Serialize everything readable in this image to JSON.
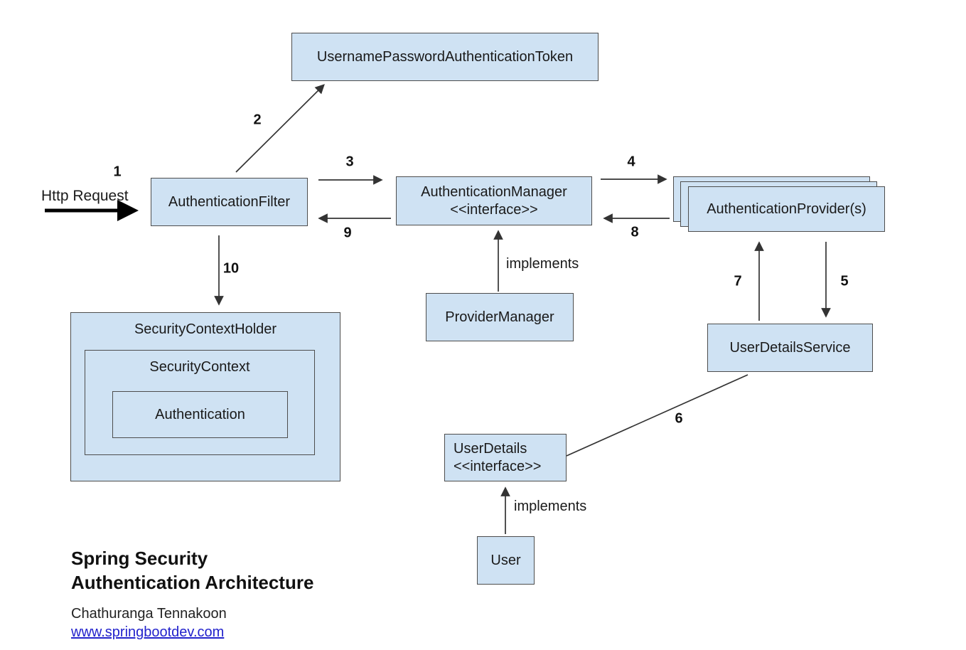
{
  "diagram": {
    "colors": {
      "box_fill": "#cfe2f3",
      "box_border": "#4d4d4d",
      "line": "#333333",
      "link": "#2222cc",
      "text": "#1a1a1a"
    },
    "http_request_label": "Http Request",
    "boxes": {
      "token": {
        "label": "UsernamePasswordAuthenticationToken"
      },
      "filter": {
        "label": "AuthenticationFilter"
      },
      "manager": {
        "label": "AuthenticationManager",
        "stereotype": "<<interface>>"
      },
      "providers": {
        "label": "AuthenticationProvider(s)"
      },
      "provider_manager": {
        "label": "ProviderManager"
      },
      "security_context_holder": {
        "label": "SecurityContextHolder"
      },
      "security_context": {
        "label": "SecurityContext"
      },
      "authentication": {
        "label": "Authentication"
      },
      "user_details_service": {
        "label": "UserDetailsService"
      },
      "user_details": {
        "label": "UserDetails",
        "stereotype": "<<interface>>"
      },
      "user": {
        "label": "User"
      }
    },
    "steps": {
      "s1": "1",
      "s2": "2",
      "s3": "3",
      "s4": "4",
      "s5": "5",
      "s6": "6",
      "s7": "7",
      "s8": "8",
      "s9": "9",
      "s10": "10"
    },
    "edge_labels": {
      "implements_manager": "implements",
      "implements_user_details": "implements"
    },
    "footer": {
      "title_line1": "Spring Security",
      "title_line2": "Authentication Architecture",
      "author": "Chathuranga Tennakoon",
      "website": "www.springbootdev.com"
    }
  }
}
